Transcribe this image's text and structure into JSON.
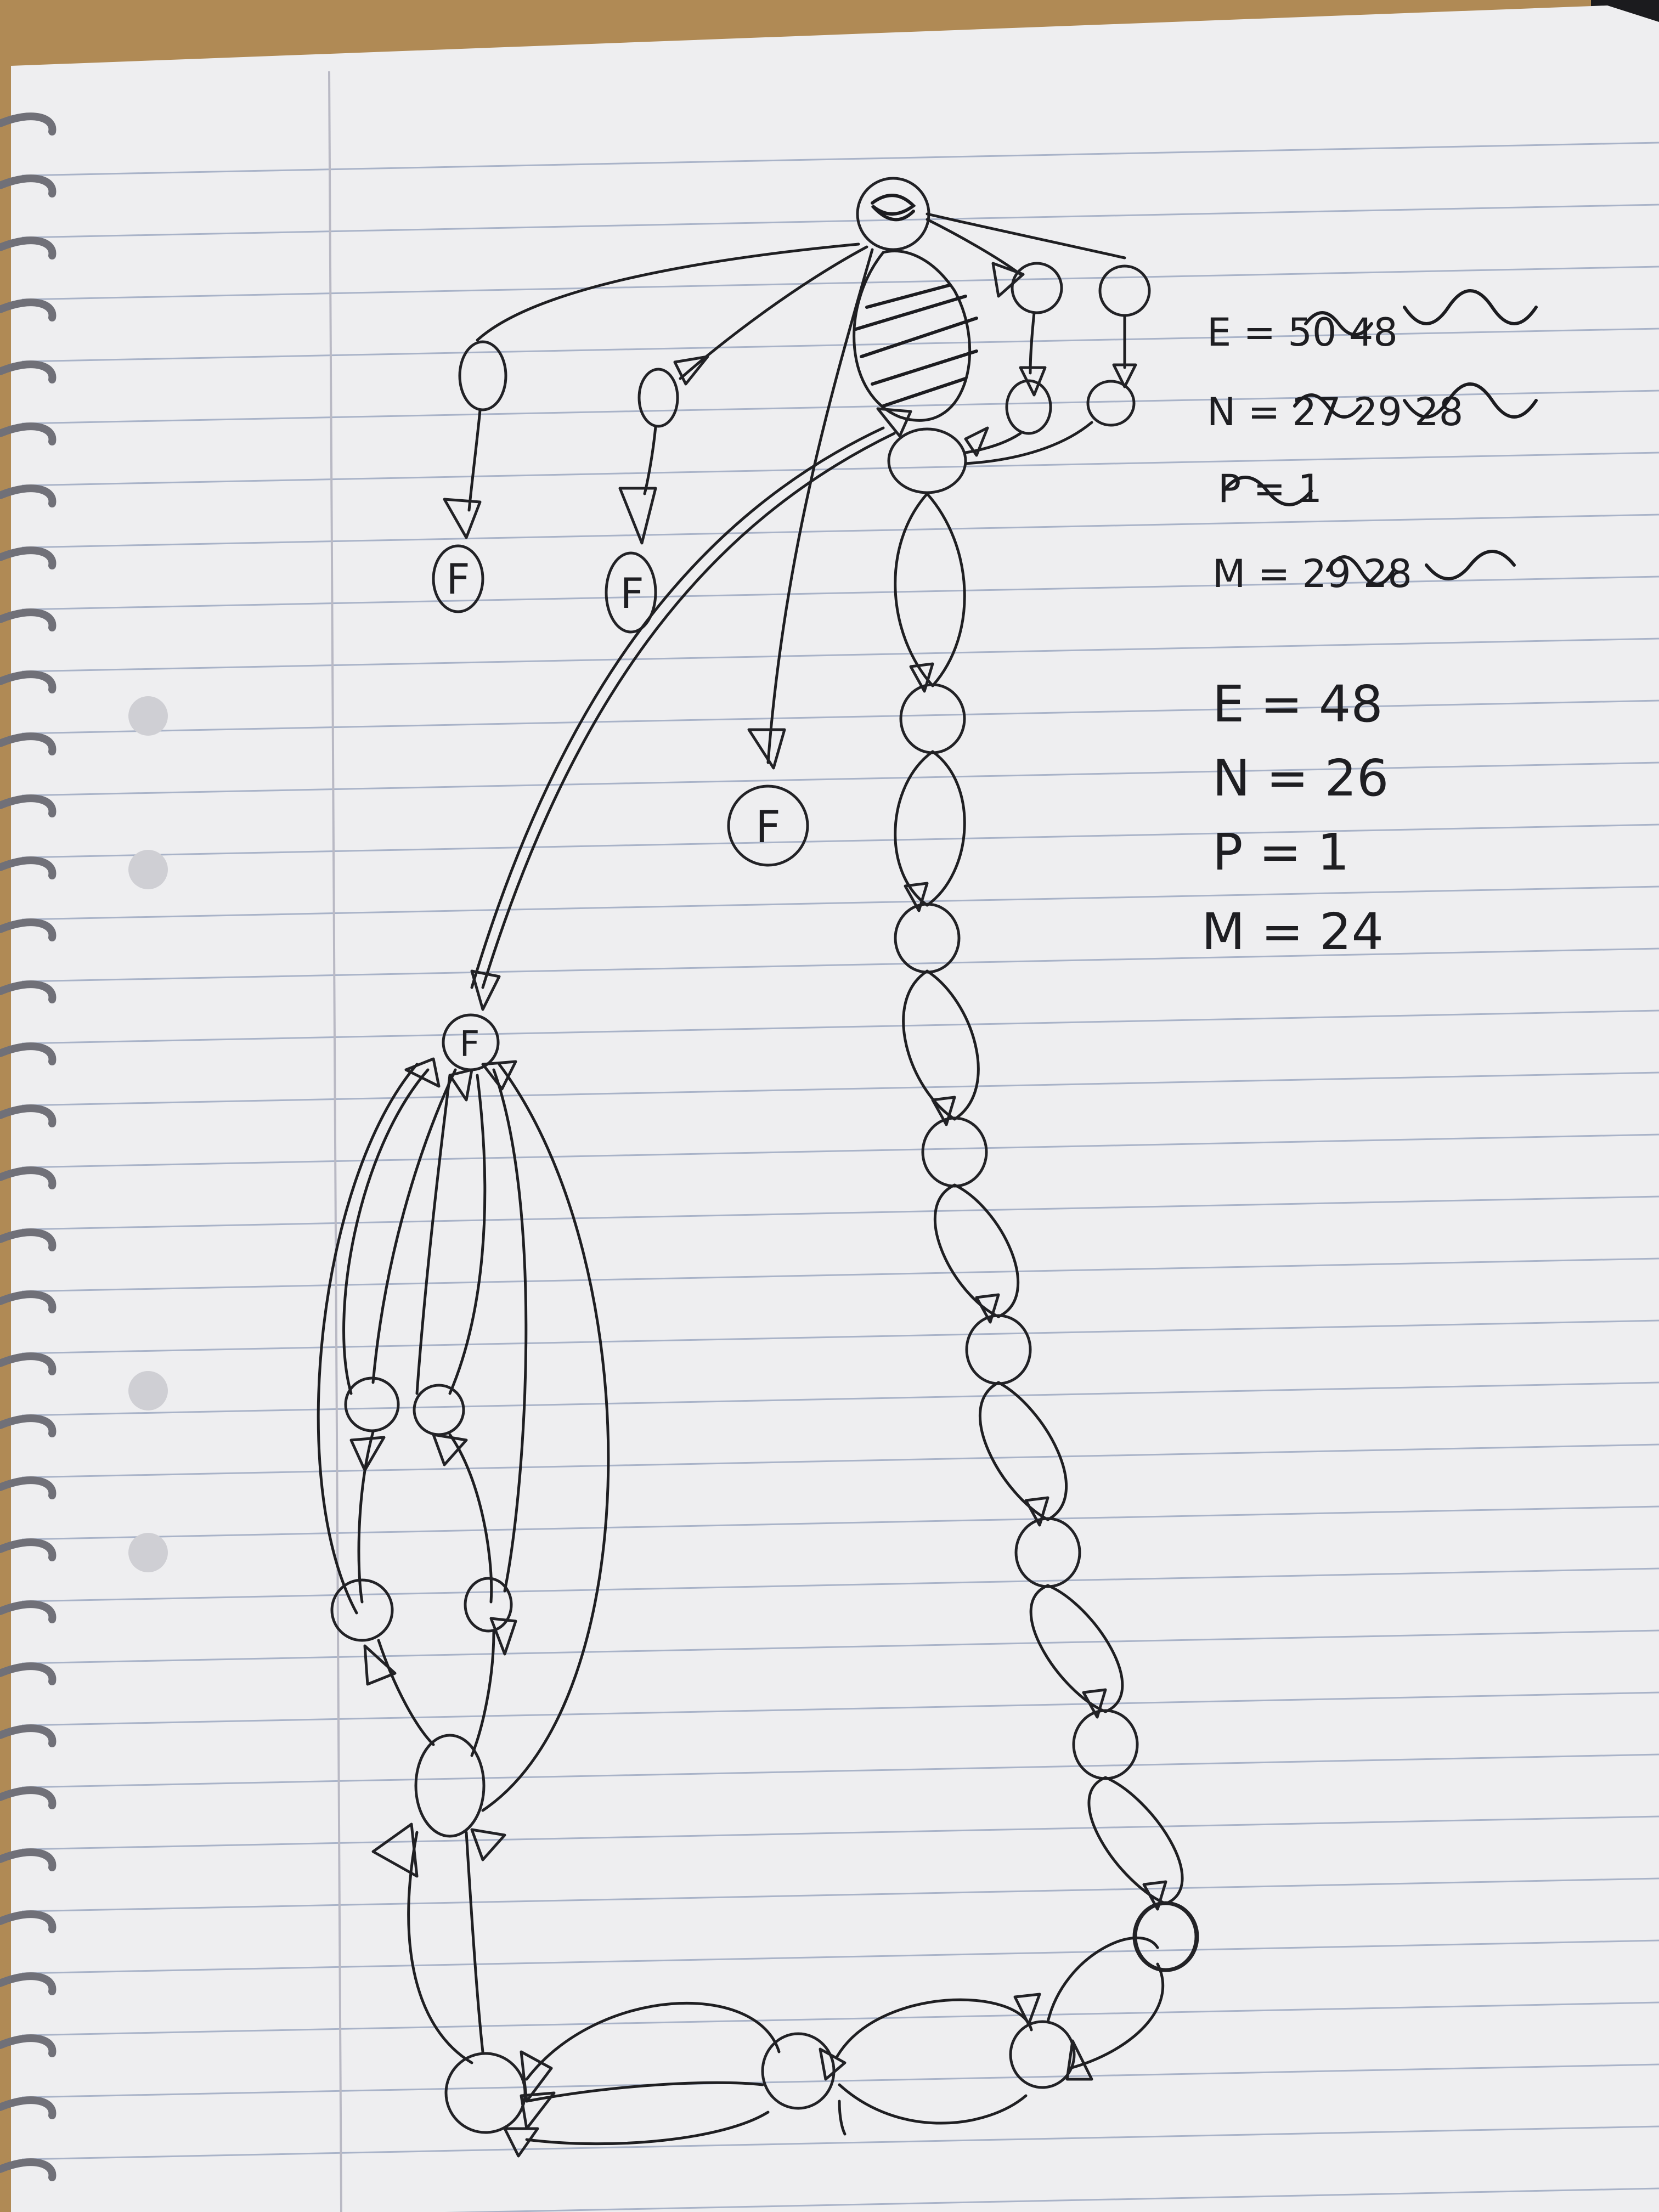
{
  "photo": {
    "subject": "handwritten-notebook-page",
    "colors": {
      "paper": "#eeeef0",
      "ink": "#1f1f22",
      "rule": "#a9b3c8",
      "desk": "#b08a55",
      "pen_cap": "#1d2f9c"
    }
  },
  "node_labels": [
    "F",
    "F",
    "F",
    "F"
  ],
  "metrics": {
    "edges": "E = 48",
    "nodes": "N = 26",
    "parts": "P = 1",
    "complexity": "M = 24"
  },
  "crossed_out_notes": [
    "E = 50 48",
    "N = 27 29 28",
    "P = 1",
    "M = 29 28"
  ]
}
